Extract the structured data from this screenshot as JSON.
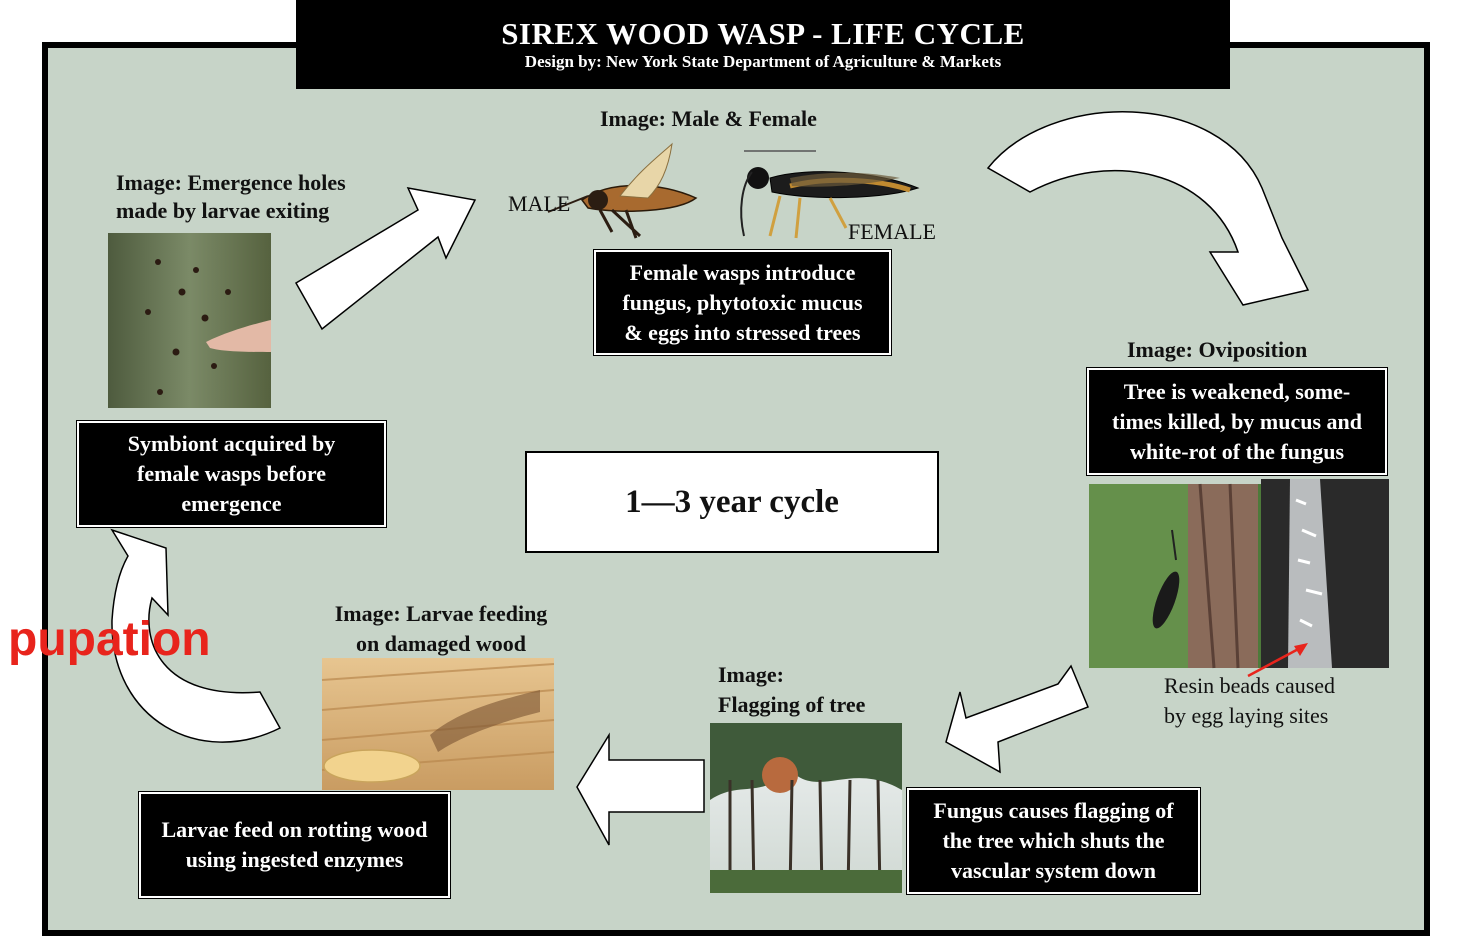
{
  "title": "SIREX WOOD WASP - LIFE CYCLE",
  "subtitle": "Design by:  New York State Department of Agriculture & Markets",
  "center": "1—3 year cycle",
  "side_label": "pupation",
  "nodes": {
    "adults": {
      "image_label": "Image:  Male & Female",
      "male_tag": "MALE",
      "female_tag": "FEMALE",
      "lines": [
        "Female wasps introduce",
        "fungus, phytotoxic mucus",
        "& eggs into stressed trees"
      ]
    },
    "oviposition": {
      "image_label": "Image:  Oviposition",
      "lines": [
        "Tree is weakened, some-",
        "times killed, by mucus and",
        "white-rot of the fungus"
      ],
      "caption_lines": [
        "Resin  beads  caused",
        "by egg laying sites"
      ]
    },
    "flagging": {
      "image_label_lines": [
        "Image:",
        "Flagging of tree"
      ],
      "lines": [
        "Fungus causes flagging of",
        "the tree which shuts the",
        "vascular system down"
      ]
    },
    "larvae": {
      "image_label_lines": [
        "Image:  Larvae feeding",
        "on damaged wood"
      ],
      "lines": [
        "Larvae feed on rotting wood",
        "using ingested enzymes"
      ]
    },
    "emergence": {
      "image_label_lines": [
        "Image: Emergence holes",
        "made by larvae exiting"
      ],
      "lines": [
        "Symbiont acquired by",
        "female wasps before",
        "emergence"
      ]
    }
  },
  "colors": {
    "panel": "#c7d4c8",
    "box": "#000000",
    "accent": "#e8241c"
  }
}
